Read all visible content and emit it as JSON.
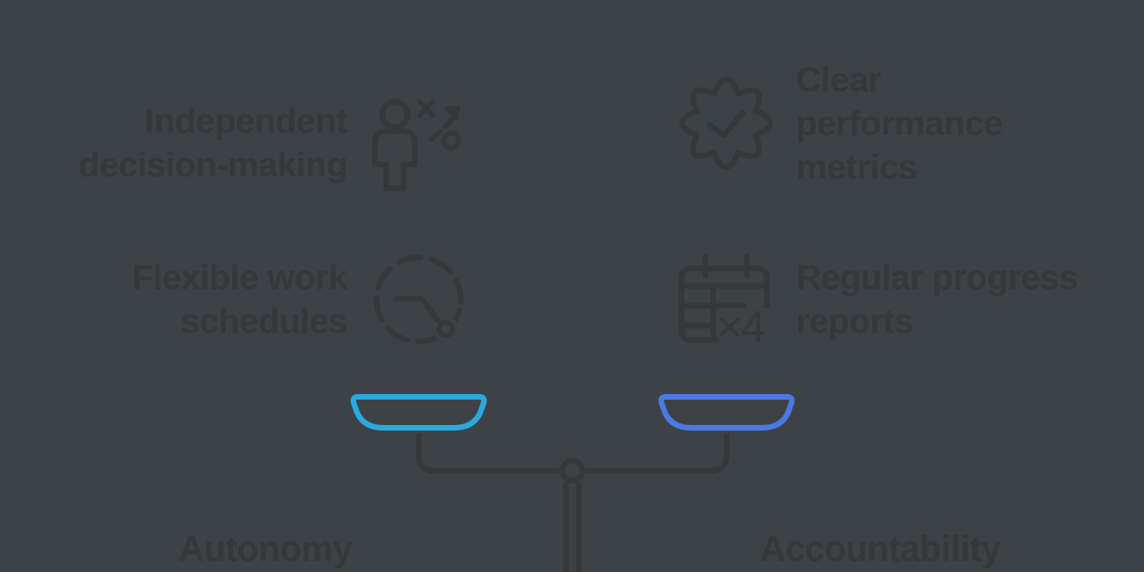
{
  "palette": {
    "background": "#3d4246",
    "ink": "#34383b",
    "pan-left": "#2ba9df",
    "pan-right": "#4b79e4"
  },
  "left_column": {
    "items": [
      {
        "icon": "strategy-icon",
        "lines": [
          "Independent",
          "decision-making"
        ]
      },
      {
        "icon": "clock-icon",
        "lines": [
          "Flexible work",
          "schedules"
        ]
      }
    ],
    "footer": "Autonomy"
  },
  "right_column": {
    "items": [
      {
        "icon": "badge-check-icon",
        "lines": [
          "Clear",
          "performance",
          "metrics"
        ]
      },
      {
        "icon": "calendar-icon",
        "lines": [
          "Regular progress",
          "reports"
        ],
        "badge": "×4"
      }
    ],
    "footer": "Accountability"
  },
  "figure": {
    "type": "balance-scale",
    "left_pan_topic": "Autonomy",
    "right_pan_topic": "Accountability"
  }
}
